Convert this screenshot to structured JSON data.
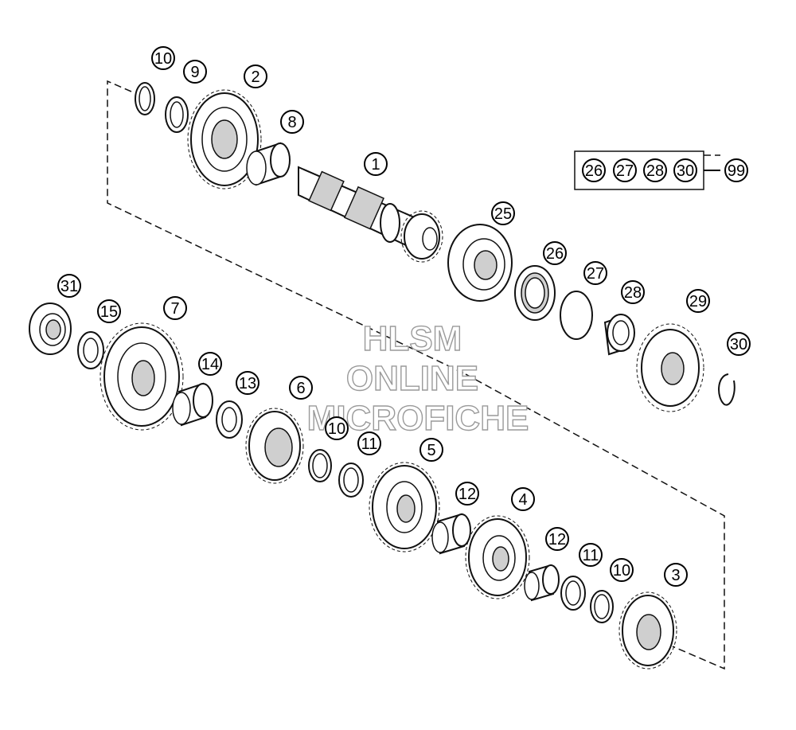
{
  "callouts": [
    "10",
    "9",
    "2",
    "8",
    "1",
    "25",
    "26",
    "27",
    "28",
    "29",
    "30",
    "31",
    "15",
    "7",
    "14",
    "13",
    "6",
    "10",
    "11",
    "5",
    "12",
    "4",
    "12",
    "11",
    "10",
    "3"
  ],
  "kit": {
    "items": [
      "26",
      "27",
      "28",
      "30"
    ],
    "label": "99"
  },
  "watermark": {
    "line1": "HLSM",
    "line2": "ONLINE",
    "line3": "MICROFICHE"
  },
  "colors": {
    "ink": "#111111",
    "watermark_stroke": "#9a9a9a",
    "background": "#ffffff"
  }
}
